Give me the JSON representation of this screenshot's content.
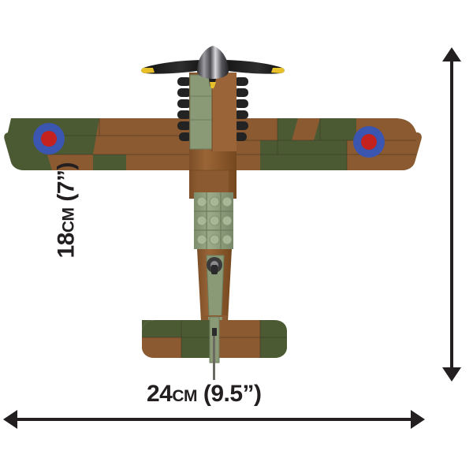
{
  "product": {
    "type": "brick-model-fighter-aircraft",
    "view": "top-down",
    "background_color": "#ffffff"
  },
  "dimensions": {
    "height": {
      "label": "18cm (7”)",
      "value_cm": 18,
      "value_in": 7,
      "orientation": "vertical",
      "arrow": "double-headed"
    },
    "width": {
      "label": "24cm (9.5”)",
      "value_cm": 24,
      "value_in": 9.5,
      "orientation": "horizontal",
      "arrow": "double-headed"
    },
    "line_color": "#231f20"
  },
  "colors": {
    "camo_green": "#4c5a33",
    "camo_green_light": "#566539",
    "camo_brown": "#8c5a30",
    "camo_brown_light": "#9a6438",
    "pale_green": "#8a9a77",
    "pale_green_light": "#9aa987",
    "roundel_blue": "#3a56b0",
    "roundel_red": "#c4221f",
    "propeller_black": "#1c1c1c",
    "propeller_tip_yellow": "#e8c02a",
    "spinner_grey": "#6e6e72",
    "exhaust_black": "#232323",
    "outline": "#3a3a2e"
  },
  "model_parts": {
    "spinner": "nose-spinner",
    "propeller_blades": 3,
    "propeller_tip_color": "#e8c02a",
    "exhaust_stacks_per_side": 6,
    "roundels": [
      {
        "position": "left-wing",
        "outer": "#3a56b0",
        "inner": "#c4221f"
      },
      {
        "position": "right-wing",
        "outer": "#3a56b0",
        "inner": "#c4221f"
      }
    ],
    "cockpit": "studded-canopy-blocks",
    "tailplane": "horizontal-stabilizer",
    "antenna": "tail-antenna-rod"
  }
}
